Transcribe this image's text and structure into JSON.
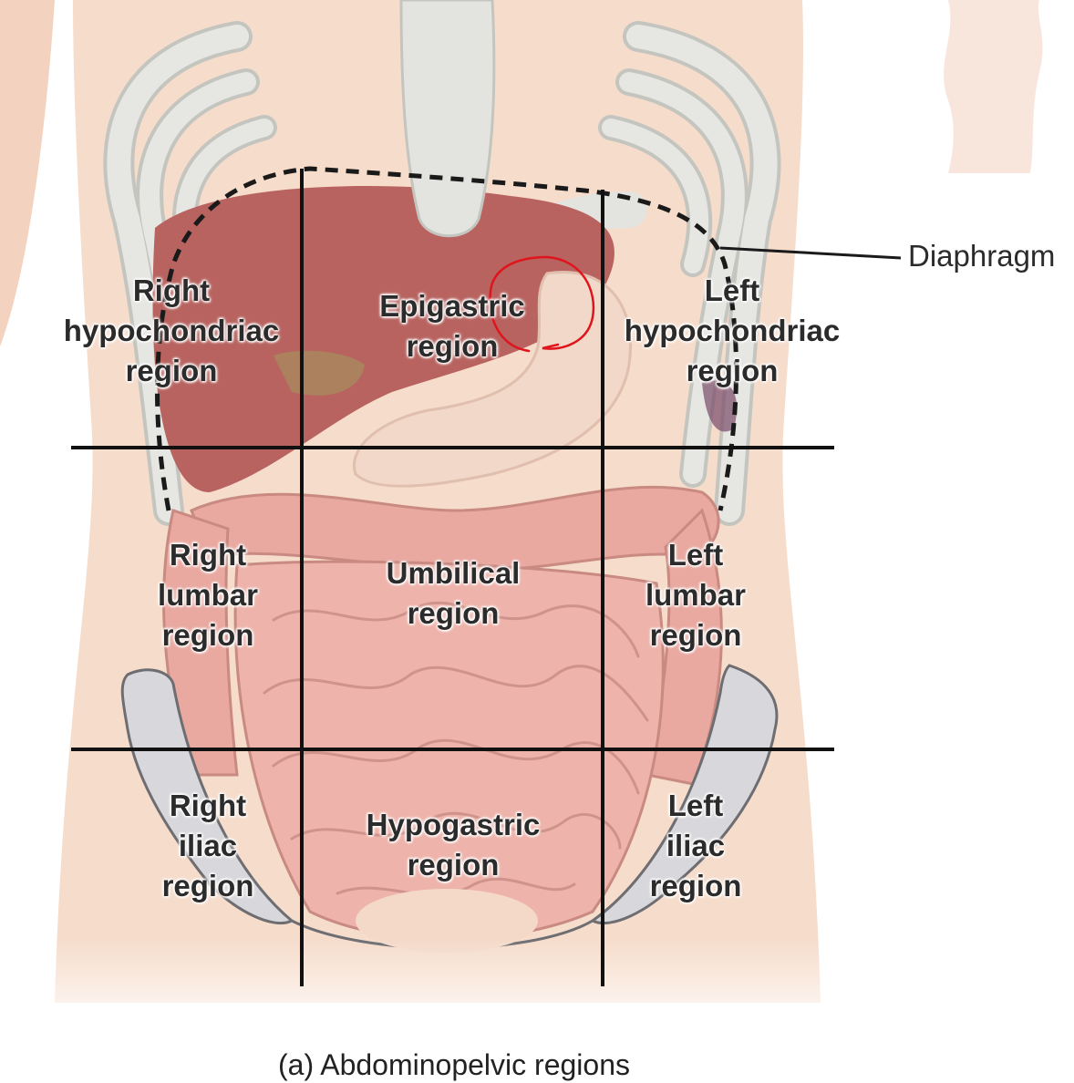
{
  "figure": {
    "caption": "(a) Abdominopelvic regions",
    "pointer_label": "Diaphragm"
  },
  "regions": [
    {
      "id": "right-hypochondriac",
      "lines": [
        "Right",
        "hypochondriac",
        "region"
      ]
    },
    {
      "id": "epigastric",
      "lines": [
        "Epigastric",
        "region"
      ]
    },
    {
      "id": "left-hypochondriac",
      "lines": [
        "Left",
        "hypochondriac",
        "region"
      ]
    },
    {
      "id": "right-lumbar",
      "lines": [
        "Right",
        "lumbar",
        "region"
      ]
    },
    {
      "id": "umbilical",
      "lines": [
        "Umbilical",
        "region"
      ]
    },
    {
      "id": "left-lumbar",
      "lines": [
        "Left",
        "lumbar",
        "region"
      ]
    },
    {
      "id": "right-iliac",
      "lines": [
        "Right",
        "iliac",
        "region"
      ]
    },
    {
      "id": "hypogastric",
      "lines": [
        "Hypogastric",
        "region"
      ]
    },
    {
      "id": "left-iliac",
      "lines": [
        "Left",
        "iliac",
        "region"
      ]
    }
  ],
  "colors": {
    "skin": "#f6dccb",
    "bone": "#e3e3df",
    "bone_outline": "#c5c5c0",
    "liver": "#b8635f",
    "stomach": "#f1d8c8",
    "intestine": "#e9a8a0",
    "intestine_outline": "#c98a82",
    "pelvis": "#d8d8dc",
    "grid_line": "#111111",
    "annotation": "#e0141c"
  }
}
